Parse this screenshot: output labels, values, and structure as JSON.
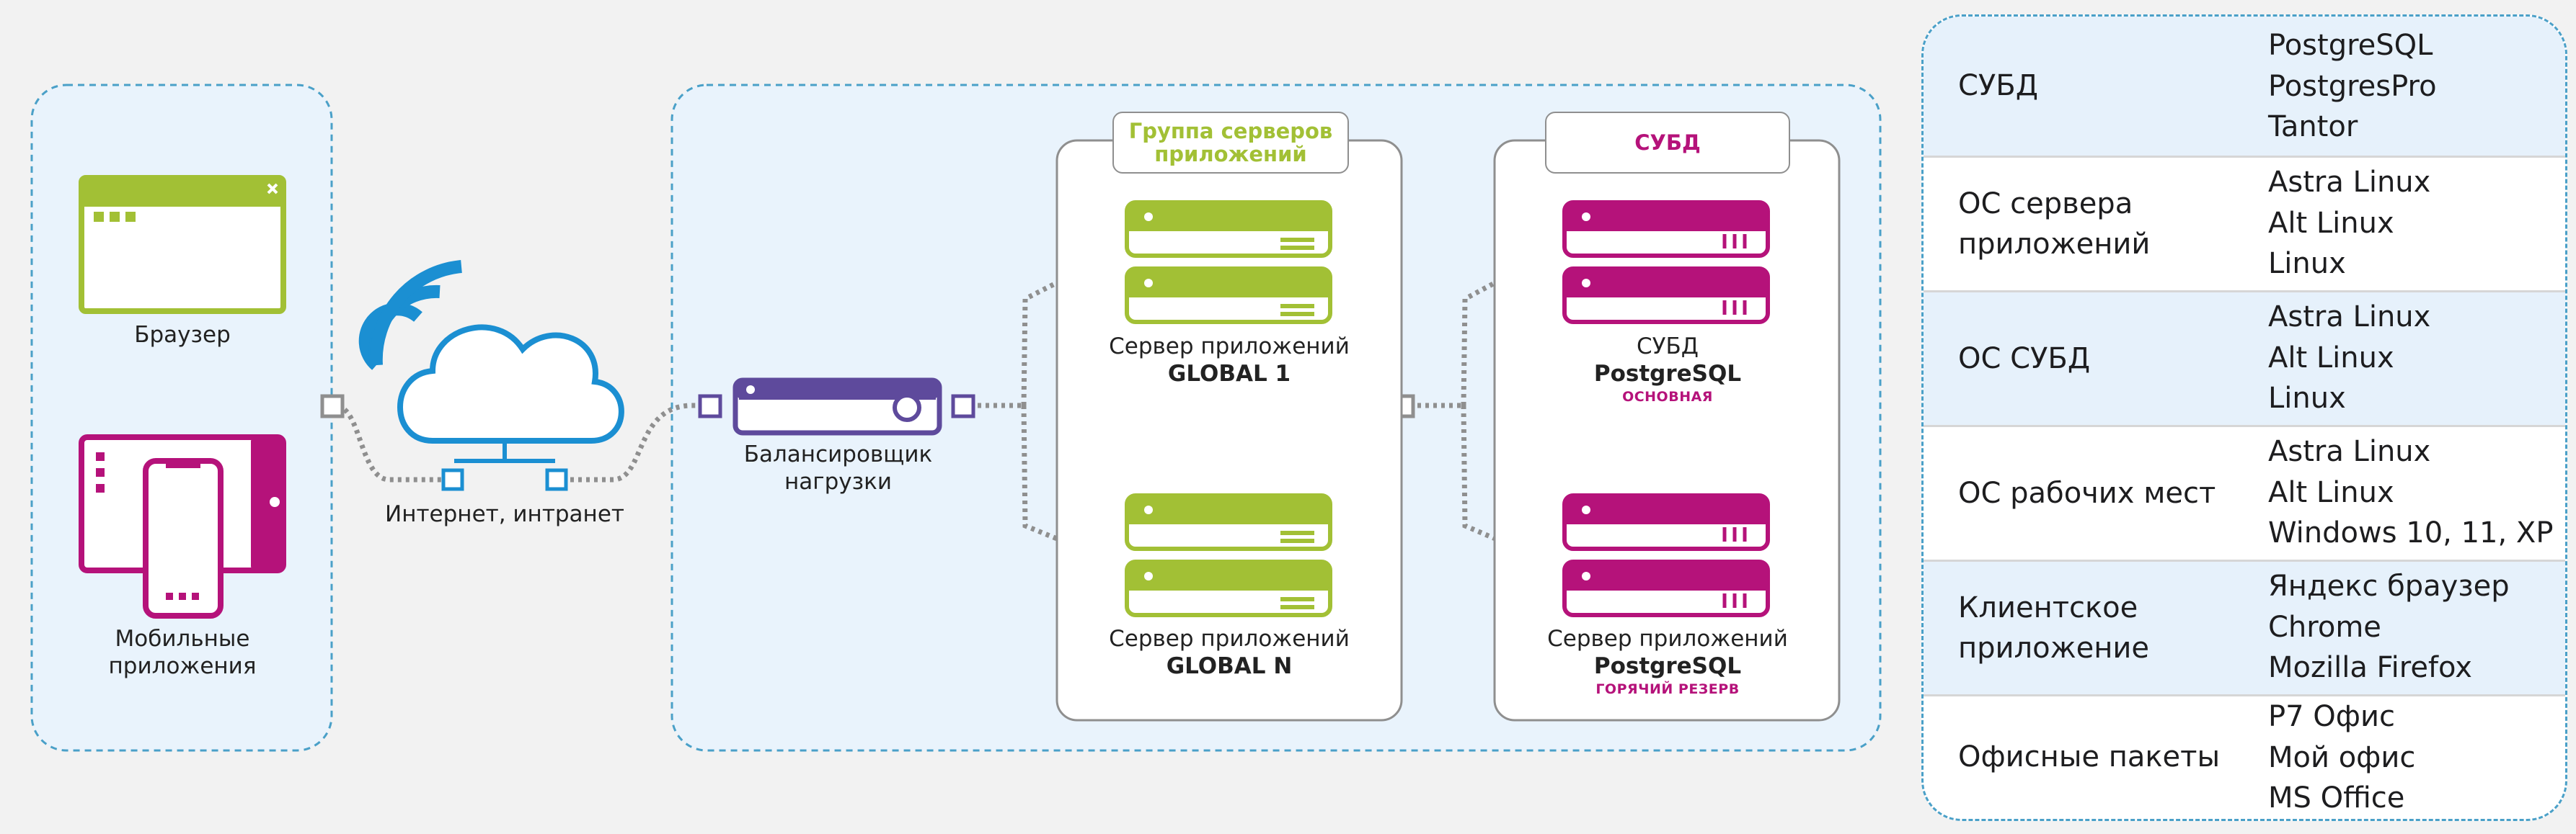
{
  "left_panel": {
    "browser_label": "Браузер",
    "mobile_label": "Мобильные приложения"
  },
  "network_label": "Интернет, интранет",
  "balancer_label": "Балансировщик нагрузки",
  "app_group": {
    "title": "Группа серверов приложений",
    "server1_label": "Сервер приложений",
    "server1_name": "GLOBAL 1",
    "serverN_label": "Сервер приложений",
    "serverN_name": "GLOBAL N"
  },
  "db_group": {
    "title": "СУБД",
    "primary_label": "СУБД",
    "primary_name": "PostgreSQL",
    "primary_role": "ОСНОВНАЯ",
    "reserve_label": "Сервер приложений",
    "reserve_name": "PostgreSQL",
    "reserve_role": "ГОРЯЧИЙ РЕЗЕРВ"
  },
  "colors": {
    "green": "#a2c035",
    "purple": "#5e4a9c",
    "magenta": "#b5127a",
    "blue": "#1b8fd2",
    "dashed_border": "#4aa0c8",
    "panel_fill": "#e9f3fc",
    "connector": "#8f8f8f"
  },
  "icons": [
    "browser-window-icon",
    "tablet-phone-icon",
    "wifi-icon",
    "cloud-icon",
    "load-balancer-icon",
    "server-icon",
    "db-server-icon"
  ],
  "table": {
    "rows": [
      {
        "key": "СУБД",
        "values": [
          "PostgreSQL",
          "PostgresPro",
          "Tantor"
        ]
      },
      {
        "key": "ОС сервера приложений",
        "values": [
          "Astra Linux",
          "Alt Linux",
          "Linux"
        ]
      },
      {
        "key": "ОС СУБД",
        "values": [
          "Astra Linux",
          "Alt Linux",
          "Linux"
        ]
      },
      {
        "key": "ОС рабочих мест",
        "values": [
          "Astra Linux",
          "Alt Linux",
          "Windows 10, 11, XP"
        ]
      },
      {
        "key": "Клиентское приложение",
        "values": [
          "Яндекс браузер",
          "Chrome",
          "Mozilla Firefox"
        ]
      },
      {
        "key": "Офисные пакеты",
        "values": [
          "Р7 Офис",
          "Мой офис",
          "MS Office"
        ]
      }
    ]
  }
}
